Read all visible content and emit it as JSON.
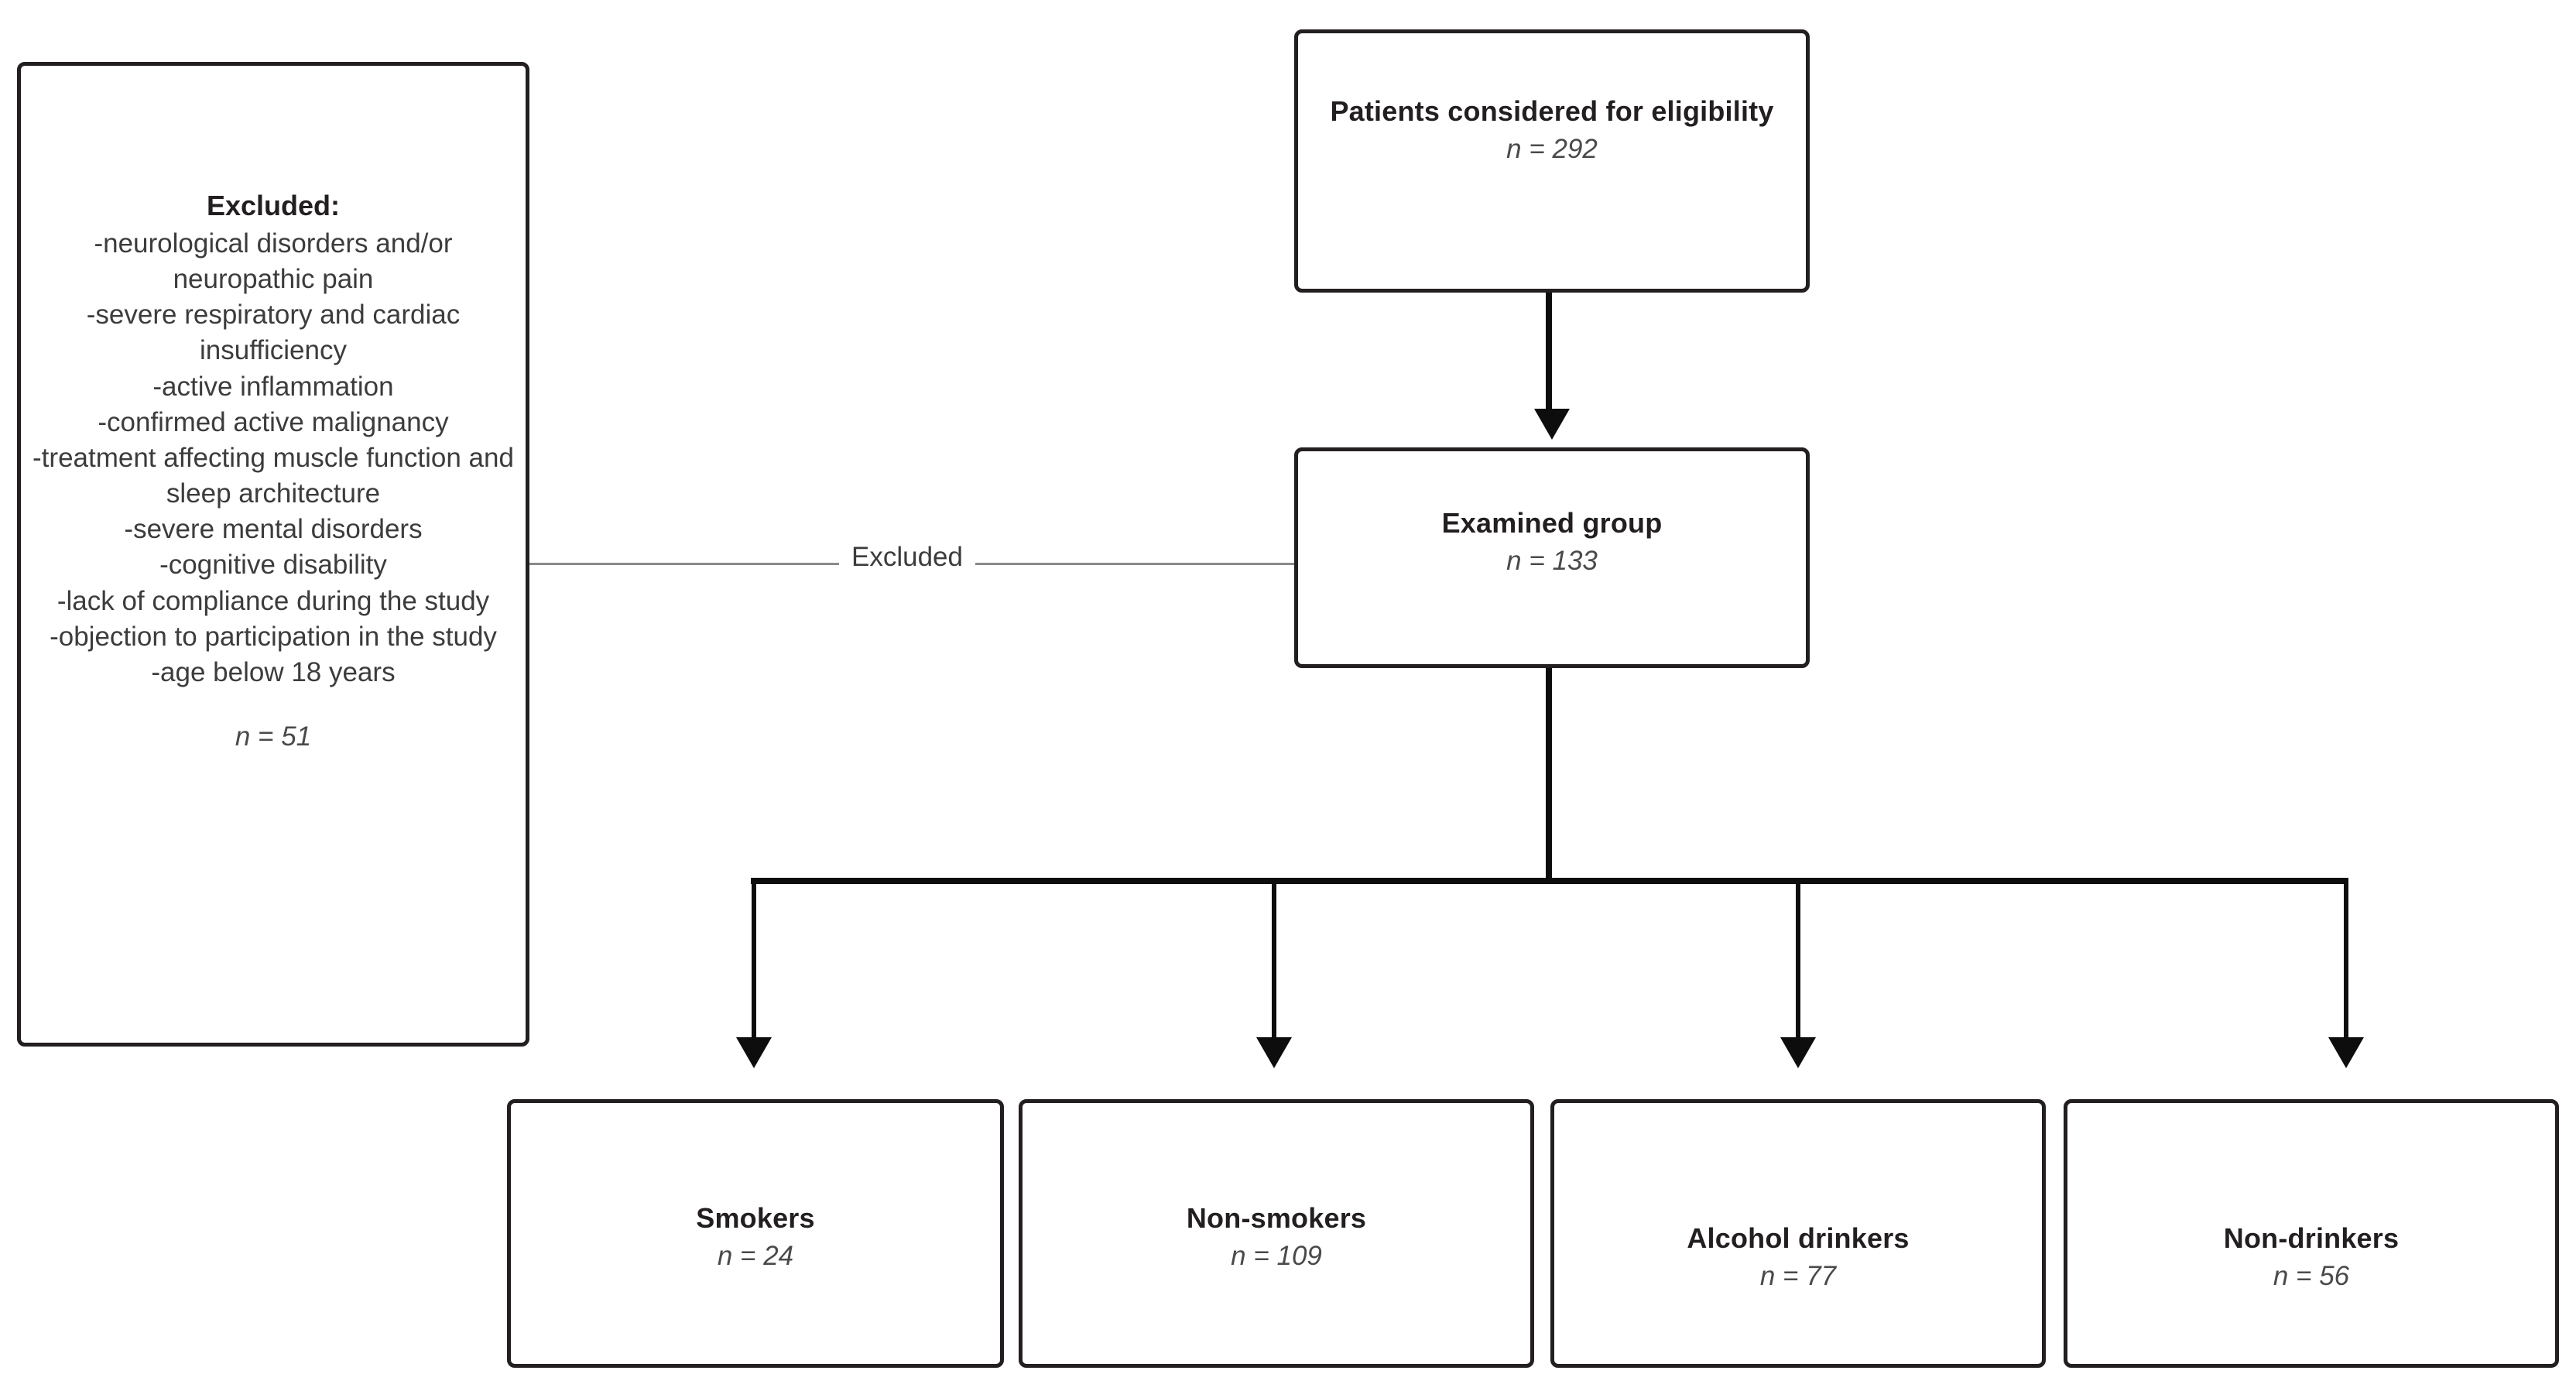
{
  "diagram": {
    "type": "study-flow-chart",
    "nodes": {
      "eligibility": {
        "title": "Patients considered for eligibility",
        "n_label": "n = 292",
        "n_value": 292
      },
      "examined": {
        "title": "Examined group",
        "n_label": "n = 133",
        "n_value": 133
      },
      "excluded": {
        "heading": "Excluded:",
        "items": [
          "-neurological disorders and/or neuropathic pain",
          "-severe respiratory and cardiac insufficiency",
          "-active inflammation",
          "-confirmed active malignancy",
          "-treatment affecting muscle function and sleep architecture",
          "-severe mental disorders",
          "-cognitive disability",
          "-lack of compliance during the study",
          "-objection to participation in the study",
          "-age below 18 years"
        ],
        "n_label": "n = 51",
        "n_value": 51
      },
      "outcomes": [
        {
          "title": "Smokers",
          "n_label": "n = 24",
          "n_value": 24
        },
        {
          "title": "Non-smokers",
          "n_label": "n = 109",
          "n_value": 109
        },
        {
          "title": "Alcohol drinkers",
          "n_label": "n = 77",
          "n_value": 77
        },
        {
          "title": "Non-drinkers",
          "n_label": "n = 56",
          "n_value": 56
        }
      ]
    },
    "edges": {
      "excluded_label": "Excluded"
    },
    "colors": {
      "box_border": "#231f20",
      "connector": "#0d0d0d",
      "excluded_connector": "#8a8a8a",
      "title_text": "#231f20",
      "n_text": "#4a4a4a",
      "background": "#ffffff"
    }
  }
}
